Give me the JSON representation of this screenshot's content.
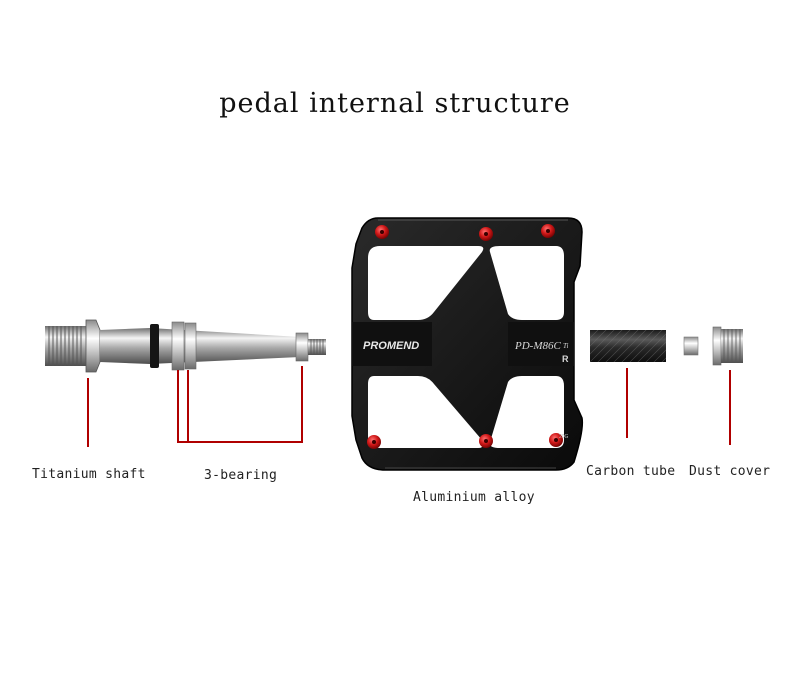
{
  "title": "pedal internal structure",
  "parts": {
    "shaft": "Titanium shaft",
    "bearing": "3-bearing",
    "body": "Aluminium alloy",
    "carbon": "Carbon tube",
    "dust": "Dust cover"
  },
  "pedal_markings": {
    "brand": "PROMEND",
    "model": "PD-M86C",
    "ti": "Ti",
    "side": "R",
    "small": "20G"
  },
  "colors": {
    "leader_line": "#b00000",
    "bolt": "#d01818",
    "pedal_body": "#141414"
  }
}
